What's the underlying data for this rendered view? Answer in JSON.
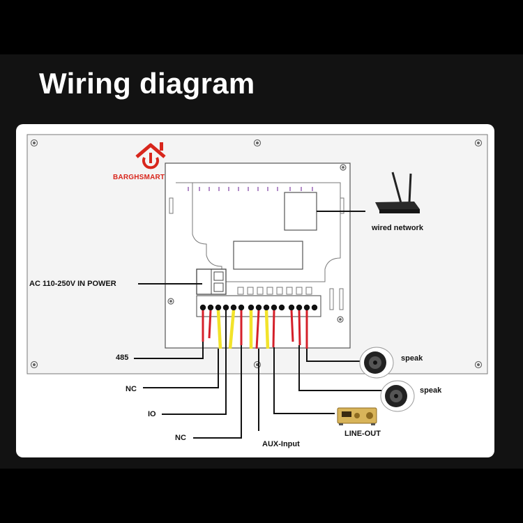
{
  "title": "Wiring diagram",
  "brand": {
    "name": "BARGHSMART",
    "logo_icon": "house-power-logo-icon",
    "color": "#d8261c"
  },
  "labels": {
    "power": "AC 110-250V  IN POWER",
    "network": "wired network",
    "rs485": "485",
    "nc1": "NC",
    "io": "IO",
    "nc2": "NC",
    "aux": "AUX-Input",
    "lineout": "LINE-OUT",
    "speak1": "speak",
    "speak2": "speak"
  },
  "colors": {
    "wire_red": "#d4202a",
    "wire_yellow": "#f2e32a",
    "terminal": "#111111"
  }
}
